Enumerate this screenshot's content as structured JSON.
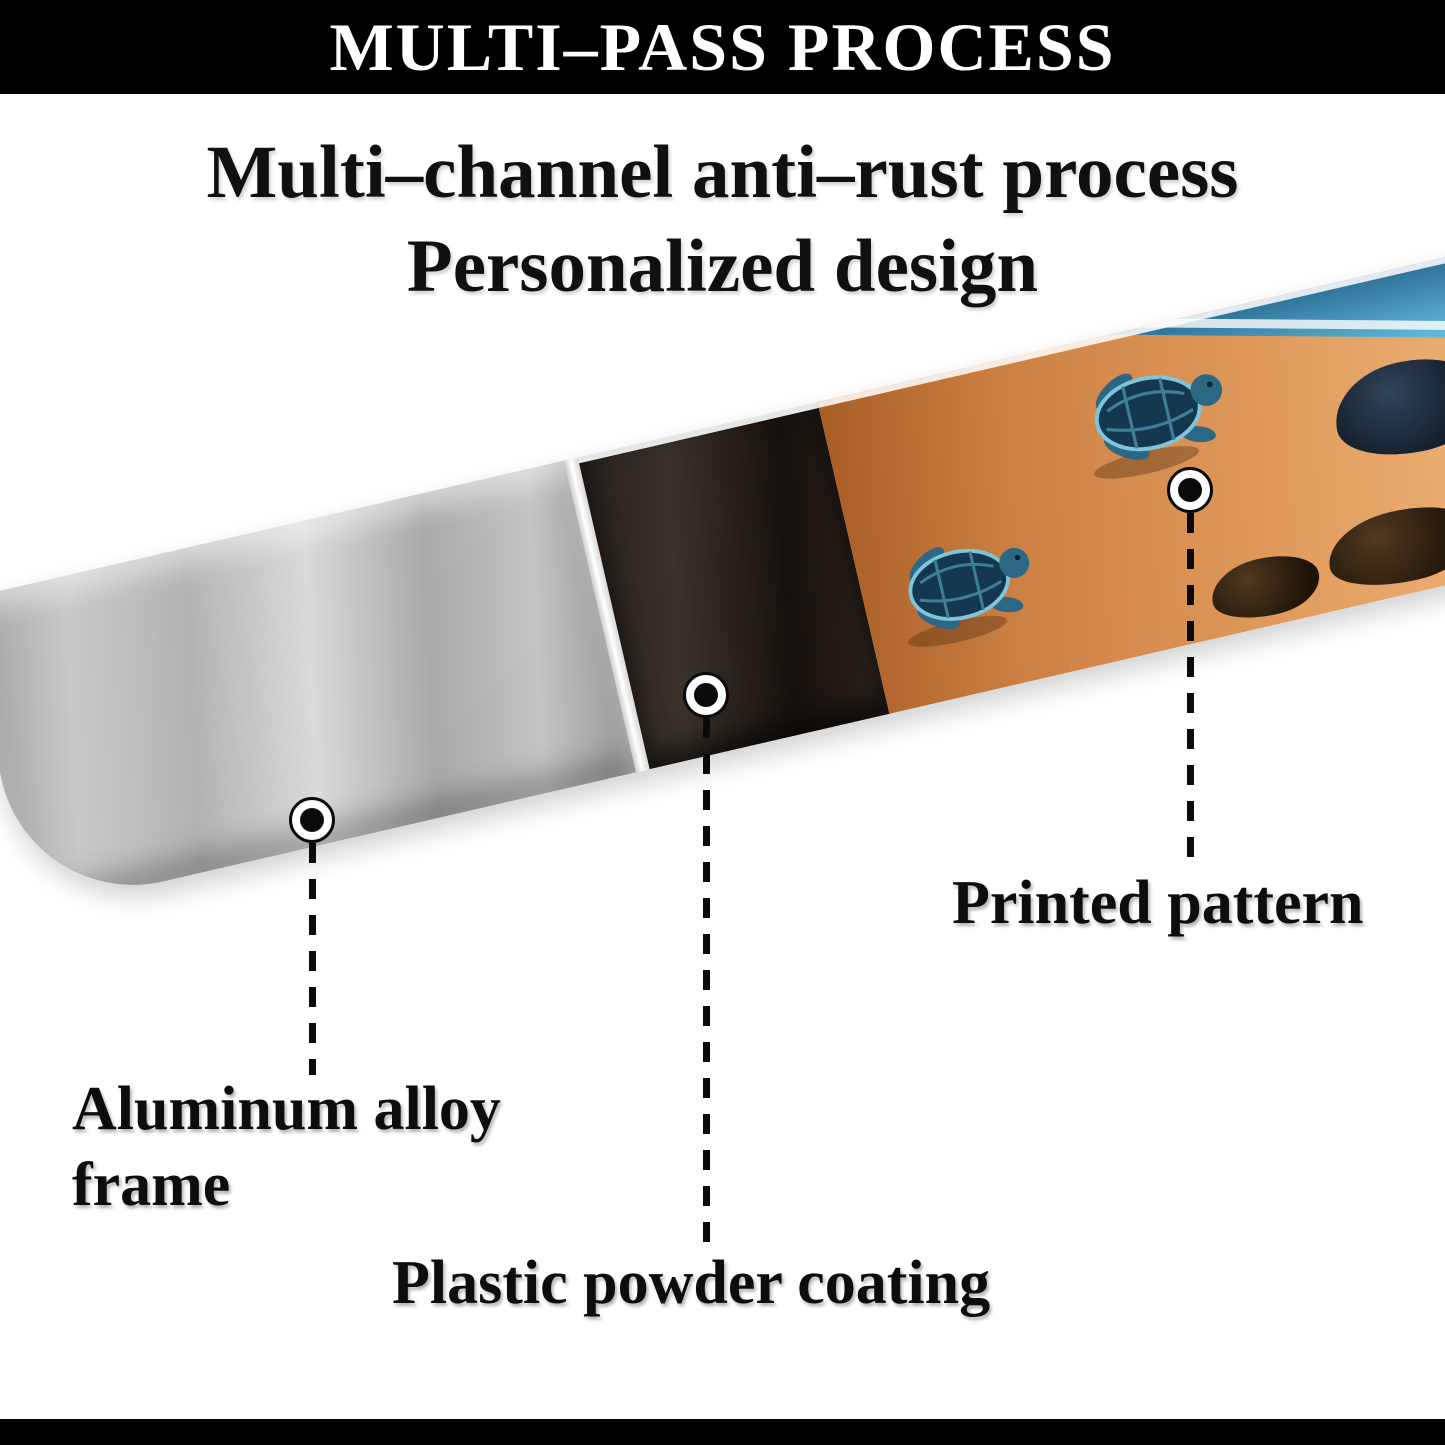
{
  "header": {
    "title": "MULTI–PASS PROCESS",
    "bg_color": "#000000",
    "text_color": "#ffffff"
  },
  "subtitle": {
    "line1": "Multi–channel anti–rust process",
    "line2": "Personalized design"
  },
  "frame_layers": {
    "aluminum": {
      "label_line1": "Aluminum alloy",
      "label_line2": "frame",
      "color": "#c2c2c2"
    },
    "coating": {
      "label": "Plastic powder coating",
      "color": "#201a16"
    },
    "printed": {
      "label": "Printed pattern",
      "sand_color": "#e09b5d",
      "sky_color": "#4699bf",
      "turtle_color": "#143850",
      "motif": "baby sea turtles on sunset beach"
    }
  },
  "footer": {
    "bg_color": "#000000"
  }
}
